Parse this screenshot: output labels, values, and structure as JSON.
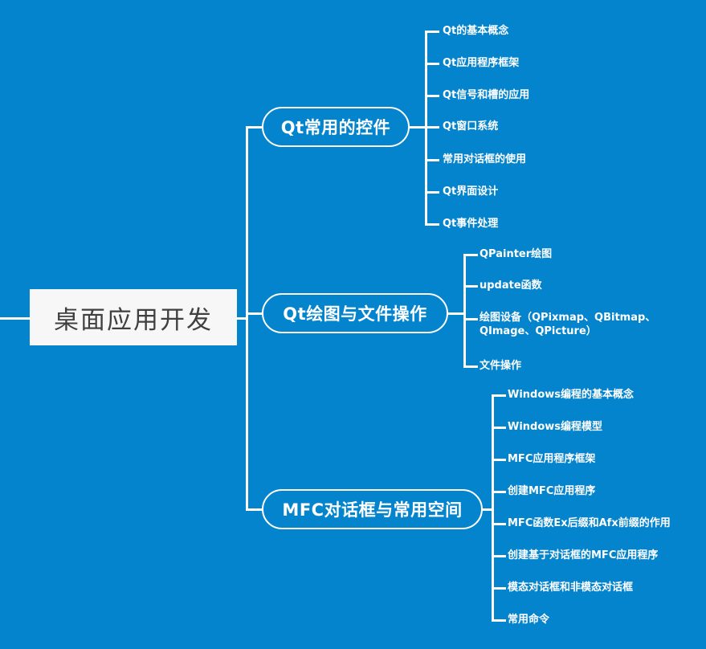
{
  "theme": {
    "background_color": "#0584ce",
    "node_text_color": "#ffffff",
    "root_box_color": "#f7f7f7",
    "root_text_color": "#404040",
    "connector_color": "#ffffff"
  },
  "root": {
    "label": "桌面应用开发"
  },
  "branches": [
    {
      "label": "Qt常用的控件",
      "leaves": [
        "Qt的基本概念",
        "Qt应用程序框架",
        "Qt信号和槽的应用",
        "Qt窗口系统",
        "常用对话框的使用",
        "Qt界面设计",
        "Qt事件处理"
      ]
    },
    {
      "label": "Qt绘图与文件操作",
      "leaves": [
        "QPainter绘图",
        "update函数",
        "绘图设备（QPixmap、QBitmap、QImage、QPicture）",
        "文件操作"
      ]
    },
    {
      "label": "MFC对话框与常用空间",
      "leaves": [
        "Windows编程的基本概念",
        "Windows编程模型",
        "MFC应用程序框架",
        "创建MFC应用程序",
        "MFC函数Ex后缀和Afx前缀的作用",
        "创建基于对话框的MFC应用程序",
        "模态对话框和非模态对话框",
        "常用命令"
      ]
    }
  ]
}
